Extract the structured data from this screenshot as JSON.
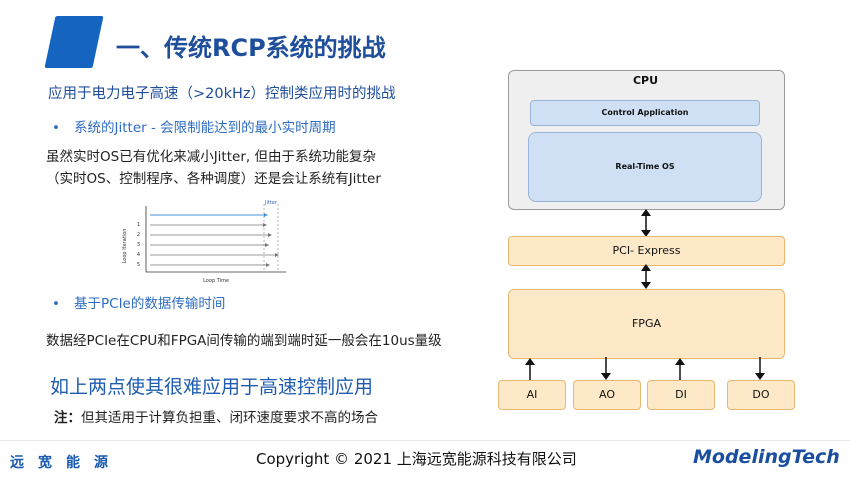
{
  "slide": {
    "title": "一、传统RCP系统的挑战",
    "subtitle": "应用于电力电子高速（>20kHz）控制类应用时的挑战",
    "bullet1": "系统的Jitter - 会限制能达到的最小实时周期",
    "para1_line1": "虽然实时OS已有优化来减小Jitter, 但由于系统功能复杂",
    "para1_line2": "（实时OS、控制程序、各种调度）还是会让系统有Jitter",
    "bullet2": "基于PCIe的数据传输时间",
    "para2": "数据经PCIe在CPU和FPGA间传输的端到端时延一般会在10us量级",
    "conclusion": "如上两点使其很难应用于高速控制应用",
    "note_prefix": "注：",
    "note_text": "但其适用于计算负担重、闭环速度要求不高的场合",
    "bullet_glyph": "•"
  },
  "jitter_chart": {
    "jitter_label": "Jitter",
    "ylabel": "Loop Iteration",
    "xlabel": "Loop Time",
    "rows": [
      "1",
      "2",
      "3",
      "4",
      "5"
    ],
    "accent_color": "#4a90d9"
  },
  "diagram": {
    "cpu_label": "CPU",
    "control_app_label": "Control Application",
    "rtos_label": "Real-Time OS",
    "pci_label": "PCI- Express",
    "fpga_label": "FPGA",
    "io": [
      "AI",
      "AO",
      "DI",
      "DO"
    ],
    "colors": {
      "cpu": "#efefef",
      "software": "#cfe0f5",
      "hardware": "#fde8c8"
    }
  },
  "footer": {
    "company_left": "远宽能源",
    "copyright": "Copyright © 2021 上海远宽能源科技有限公司",
    "logo": "ModelingTech"
  },
  "colors": {
    "title_blue": "#1f4e9c",
    "accent_blue": "#1565c0"
  }
}
